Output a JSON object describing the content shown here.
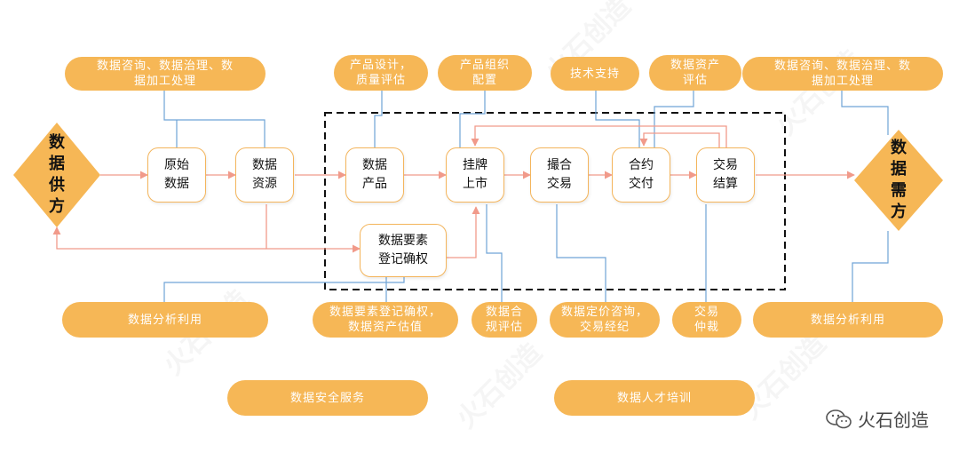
{
  "supply": [
    "数",
    "据",
    "供",
    "方"
  ],
  "demand": [
    "数",
    "据",
    "需",
    "方"
  ],
  "nodes": {
    "raw": [
      "原始",
      "数据"
    ],
    "resource": [
      "数据",
      "资源"
    ],
    "product": [
      "数据",
      "产品"
    ],
    "listing": [
      "挂牌",
      "上市"
    ],
    "matching": [
      "撮合",
      "交易"
    ],
    "delivery": [
      "合约",
      "交付"
    ],
    "settlement": [
      "交易",
      "结算"
    ],
    "registration": [
      "数据要素",
      "登记确权"
    ]
  },
  "services": {
    "top_left": [
      "数据咨询、数据治理、数",
      "据加工处理"
    ],
    "product_design": [
      "产品设计，",
      "质量评估"
    ],
    "product_config": [
      "产品组织",
      "配置"
    ],
    "tech_support": [
      "技术支持"
    ],
    "asset_eval": [
      "数据资产",
      "评估"
    ],
    "top_right": [
      "数据咨询、数据治理、数",
      "据加工处理"
    ],
    "analysis_left": [
      "数据分析利用"
    ],
    "registration_valuation": [
      "数据要素登记确权，",
      "数据资产估值"
    ],
    "compliance": [
      "数据合",
      "规评估"
    ],
    "pricing": [
      "数据定价咨询，",
      "交易经纪"
    ],
    "arbitration": [
      "交易",
      "仲裁"
    ],
    "analysis_right": [
      "数据分析利用"
    ],
    "security": [
      "数据安全服务"
    ],
    "talent": [
      "数据人才培训"
    ]
  },
  "watermark": "火石创造",
  "colors": {
    "pill": "#F6B756",
    "node_border": "#F4B55C",
    "flow": "#F19A8A",
    "link": "#6FA3D6",
    "frame": "#111111"
  },
  "icons": [
    "wechat-icon"
  ]
}
